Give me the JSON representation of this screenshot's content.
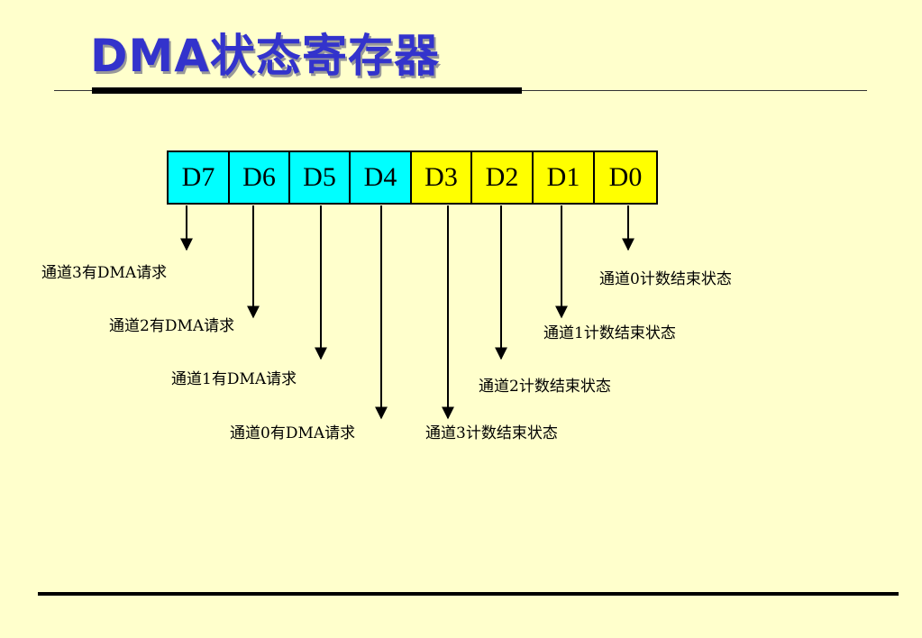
{
  "title": "DMA状态寄存器",
  "register": {
    "bits": [
      {
        "label": "D7",
        "color": "#00ffff"
      },
      {
        "label": "D6",
        "color": "#00ffff"
      },
      {
        "label": "D5",
        "color": "#00ffff"
      },
      {
        "label": "D4",
        "color": "#00ffff"
      },
      {
        "label": "D3",
        "color": "#ffff00"
      },
      {
        "label": "D2",
        "color": "#ffff00"
      },
      {
        "label": "D1",
        "color": "#ffff00"
      },
      {
        "label": "D0",
        "color": "#ffff00"
      }
    ]
  },
  "labels": {
    "d7": "通道3有DMA请求",
    "d6": "通道2有DMA请求",
    "d5": "通道1有DMA请求",
    "d4": "通道0有DMA请求",
    "d3": "通道3计数结束状态",
    "d2": "通道2计数结束状态",
    "d1": "通道1计数结束状态",
    "d0": "通道0计数结束状态"
  },
  "colors": {
    "background": "#ffffcc",
    "title": "#3333cc",
    "request_bits": "#00ffff",
    "status_bits": "#ffff00"
  }
}
